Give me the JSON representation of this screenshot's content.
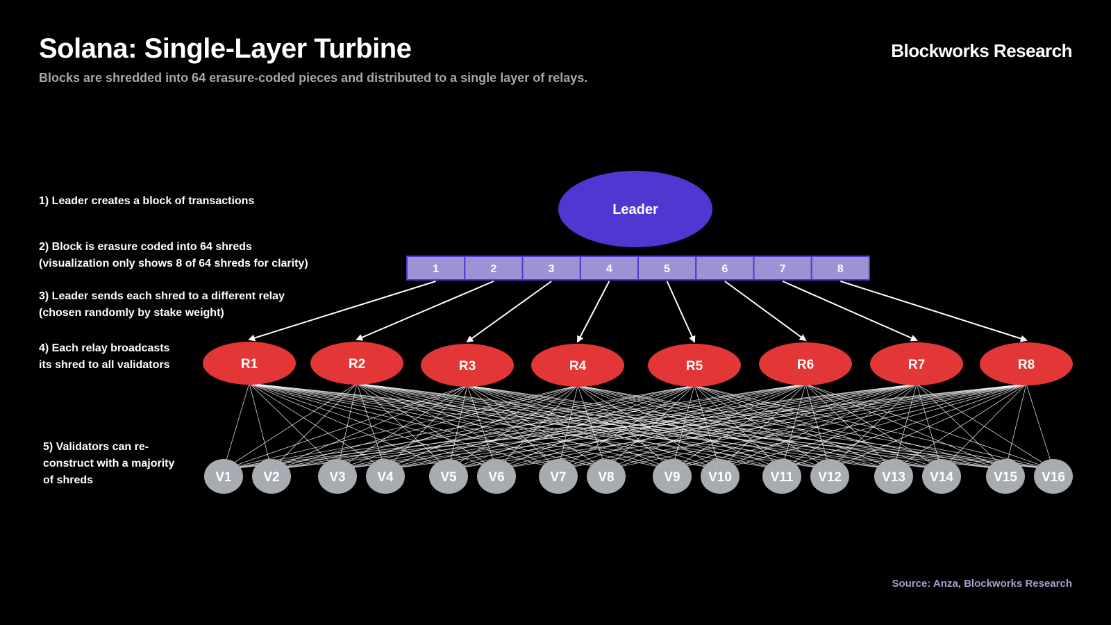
{
  "header": {
    "title": "Solana: Single-Layer Turbine",
    "subtitle": "Blocks are shredded into 64 erasure-coded pieces and distributed to a single layer of relays.",
    "brand": "Blockworks Research"
  },
  "steps": [
    {
      "lines": [
        "1) Leader creates a block of transactions"
      ]
    },
    {
      "lines": [
        "2) Block is erasure coded into 64 shreds",
        "(visualization only shows 8 of 64 shreds for clarity)"
      ]
    },
    {
      "lines": [
        "3) Leader sends each shred to a different relay",
        "(chosen randomly by stake weight)"
      ]
    },
    {
      "lines": [
        "4) Each relay broadcasts",
        "its shred to all validators"
      ]
    },
    {
      "lines": [
        "5) Validators can re-",
        "construct with a majority",
        "of shreds"
      ]
    }
  ],
  "diagram": {
    "leader": "Leader",
    "shreds": [
      "1",
      "2",
      "3",
      "4",
      "5",
      "6",
      "7",
      "8"
    ],
    "relays": [
      "R1",
      "R2",
      "R3",
      "R4",
      "R5",
      "R6",
      "R7",
      "R8"
    ],
    "validators": [
      "V1",
      "V2",
      "V3",
      "V4",
      "V5",
      "V6",
      "V7",
      "V8",
      "V9",
      "V10",
      "V11",
      "V12",
      "V13",
      "V14",
      "V15",
      "V16"
    ],
    "colors": {
      "leader": "#5236d1",
      "shred_fill": "#9b93d4",
      "shred_border": "#5236d1",
      "relay": "#e33636",
      "validator": "#a9abb3",
      "edge": "#ffffff"
    }
  },
  "footer": {
    "source": "Source: Anza, Blockworks Research"
  }
}
